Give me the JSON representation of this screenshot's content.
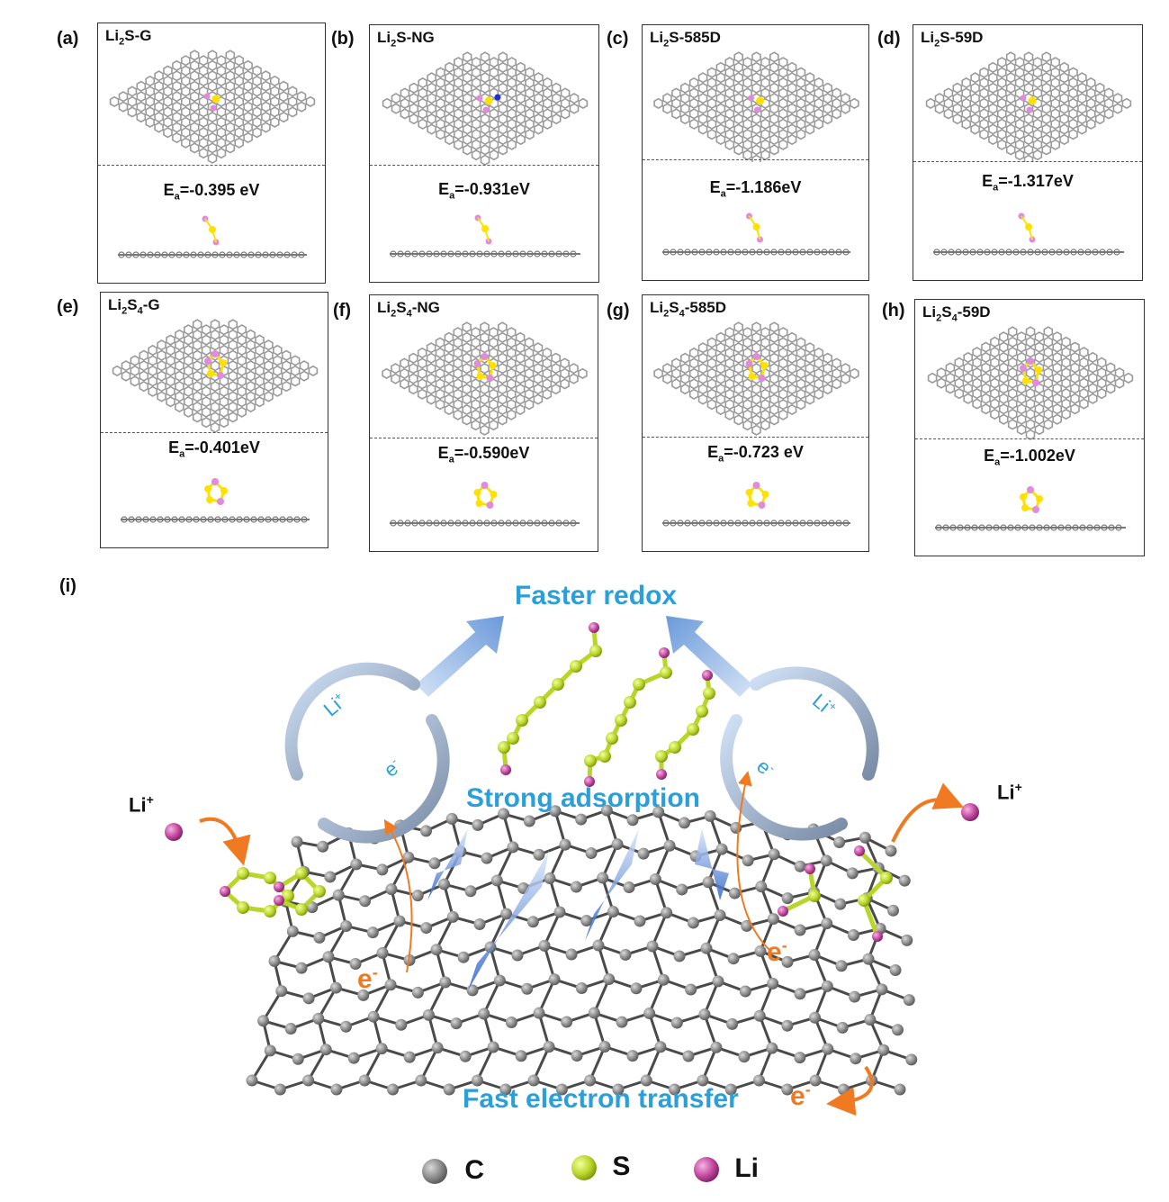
{
  "panels": [
    {
      "letter": "(a)",
      "title_main": "Li",
      "title_sub": "2",
      "title_rest": "S-G",
      "ea": "-0.395 eV",
      "cluster": "li2s",
      "doped": false
    },
    {
      "letter": "(b)",
      "title_main": "Li",
      "title_sub": "2",
      "title_rest": "S-NG",
      "ea": "-0.931eV",
      "cluster": "li2s",
      "doped": true
    },
    {
      "letter": "(c)",
      "title_main": "Li",
      "title_sub": "2",
      "title_rest": "S-585D",
      "ea": "-1.186eV",
      "cluster": "li2s",
      "doped": false
    },
    {
      "letter": "(d)",
      "title_main": "Li",
      "title_sub": "2",
      "title_rest": "S-59D",
      "ea": "-1.317eV",
      "cluster": "li2s",
      "doped": false
    },
    {
      "letter": "(e)",
      "title_main": "Li",
      "title_sub": "2",
      "title_rest": "S",
      "title_sub2": "4",
      "title_rest2": "-G",
      "ea": "-0.401eV",
      "cluster": "li2s4",
      "doped": false
    },
    {
      "letter": "(f)",
      "title_main": "Li",
      "title_sub": "2",
      "title_rest": "S",
      "title_sub2": "4",
      "title_rest2": "-NG",
      "ea": "-0.590eV",
      "cluster": "li2s4",
      "doped": true
    },
    {
      "letter": "(g)",
      "title_main": "Li",
      "title_sub": "2",
      "title_rest": "S",
      "title_sub2": "4",
      "title_rest2": "-585D",
      "ea": "-0.723 eV",
      "cluster": "li2s4",
      "doped": false
    },
    {
      "letter": "(h)",
      "title_main": "Li",
      "title_sub": "2",
      "title_rest": "S",
      "title_sub2": "4",
      "title_rest2": "-59D",
      "ea": "-1.002eV",
      "cluster": "li2s4",
      "doped": false
    }
  ],
  "ea_prefix": "E",
  "ea_sub": "a",
  "schematic": {
    "letter": "(i)",
    "faster_redox": "Faster redox",
    "strong_adsorption": "Strong adsorption",
    "fast_electron_transfer": "Fast electron transfer",
    "li_ion": "Li",
    "li_ion_sup": "+",
    "electron": "e",
    "electron_sup": "-"
  },
  "legend": [
    {
      "label": "C",
      "color": "#8c8c8c"
    },
    {
      "label": "S",
      "color": "#b8d62a"
    },
    {
      "label": "Li",
      "color": "#cc4fa8"
    }
  ],
  "colors": {
    "carbon": "#8c8c8c",
    "sulfur": "#ffe100",
    "lithium": "#e08be0",
    "nitrogen": "#1f2fd1",
    "blue_text": "#2a9fd9",
    "orange": "#f07a22",
    "chain_s": "#b8d62a",
    "chain_li": "#c2489e"
  }
}
